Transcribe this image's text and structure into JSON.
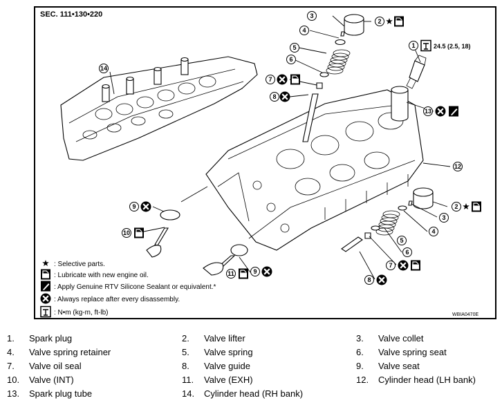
{
  "section_code": "SEC. 111•130•220",
  "figure_code": "WBIA0470E",
  "torque_value": "24.5 (2.5, 18)",
  "callouts": {
    "c1": "1",
    "c2": "2",
    "c3": "3",
    "c4": "4",
    "c5": "5",
    "c6": "6",
    "c7": "7",
    "c8": "8",
    "c9": "9",
    "c10": "10",
    "c11": "11",
    "c12": "12",
    "c13": "13",
    "c14": "14"
  },
  "symbol_legend": [
    {
      "symbol": "star",
      "text": ": Selective parts."
    },
    {
      "symbol": "oil-can",
      "text": ": Lubricate with new engine oil."
    },
    {
      "symbol": "sealant",
      "text": ": Apply Genuine RTV Silicone Sealant or equivalent.*"
    },
    {
      "symbol": "replace",
      "text": ": Always replace after every disassembly."
    },
    {
      "symbol": "torque",
      "text": ": N•m (kg-m, ft-lb)"
    }
  ],
  "parts": [
    {
      "num": "1.",
      "name": "Spark plug"
    },
    {
      "num": "2.",
      "name": "Valve lifter"
    },
    {
      "num": "3.",
      "name": "Valve collet"
    },
    {
      "num": "4.",
      "name": "Valve spring retainer"
    },
    {
      "num": "5.",
      "name": "Valve spring"
    },
    {
      "num": "6.",
      "name": "Valve spring seat"
    },
    {
      "num": "7.",
      "name": "Valve oil seal"
    },
    {
      "num": "8.",
      "name": "Valve guide"
    },
    {
      "num": "9.",
      "name": "Valve seat"
    },
    {
      "num": "10.",
      "name": "Valve (INT)"
    },
    {
      "num": "11.",
      "name": "Valve (EXH)"
    },
    {
      "num": "12.",
      "name": "Cylinder head (LH bank)"
    },
    {
      "num": "13.",
      "name": "Spark plug tube"
    },
    {
      "num": "14.",
      "name": "Cylinder head (RH bank)"
    }
  ]
}
